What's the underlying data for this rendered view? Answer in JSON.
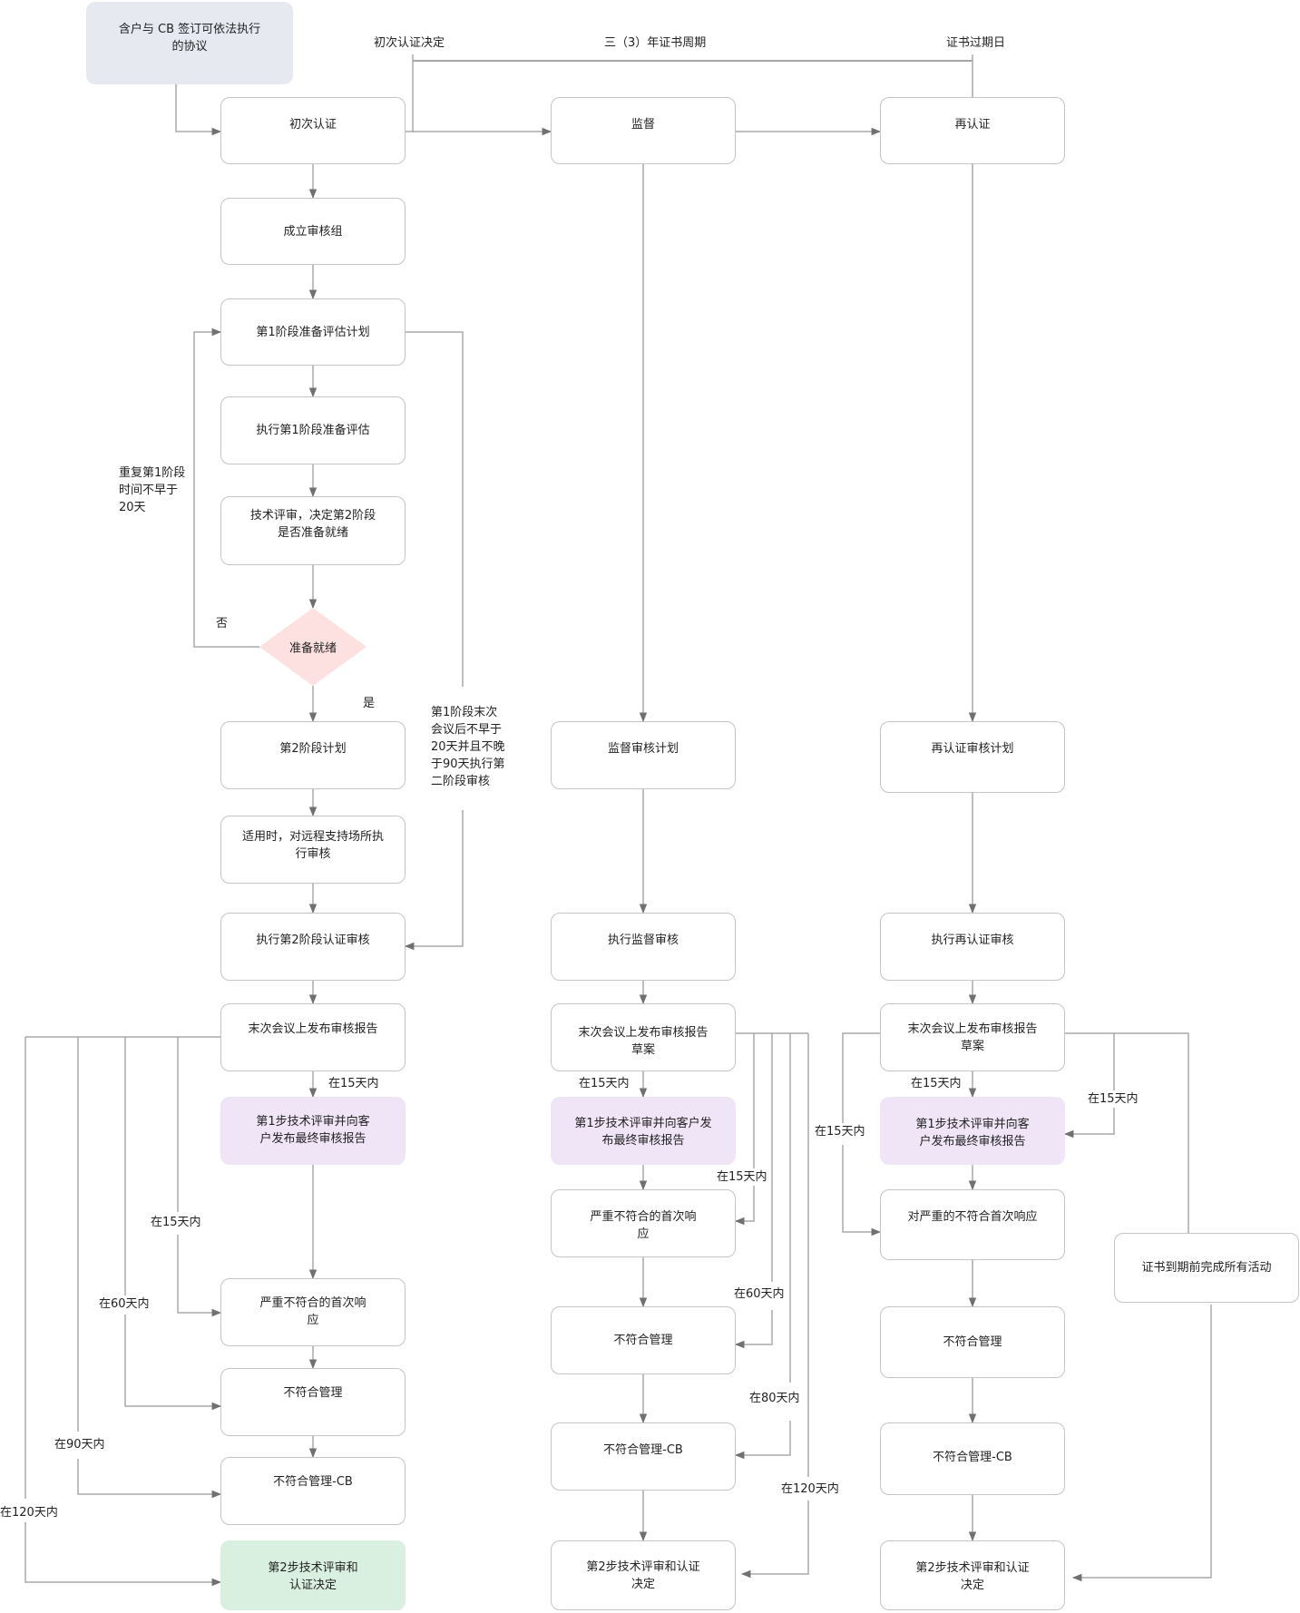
{
  "timeline": {
    "initial_decision": "初次认证决定",
    "cycle": "三（3）年证书周期",
    "expiry": "证书过期日"
  },
  "agreement": "含户与 CB 签订可依法执行\n的协议",
  "columns": {
    "initial": {
      "title": "初次认证",
      "form_team": "成立审核组",
      "stage1_plan": "第1阶段准备评估计划",
      "stage1_exec": "执行第1阶段准备评估",
      "tech_review": "技术评审，决定第2阶段\n是否准备就绪",
      "decision": "准备就绪",
      "stage2_plan": "第2阶段计划",
      "remote": "适用时，对远程支持场所执\n行审核",
      "stage2_exec": "执行第2阶段认证审核",
      "closing": "末次会议上发布审核报告",
      "step1": "第1步技术评审并向客\n户发布最终审核报告",
      "major_nc": "严重不符合的首次响\n应",
      "nc_mgmt": "不符合管理",
      "nc_cb": "不符合管理-CB",
      "step2": "第2步技术评审和\n认证决定"
    },
    "surveillance": {
      "title": "监督",
      "plan": "监督审核计划",
      "exec": "执行监督审核",
      "closing": "末次会议上发布审核报告\n草案",
      "step1": "第1步技术评审并向客户发\n布最终审核报告",
      "major_nc": "严重不符合的首次响\n应",
      "nc_mgmt": "不符合管理",
      "nc_cb": "不符合管理-CB",
      "step2": "第2步技术评审和认证\n决定"
    },
    "recert": {
      "title": "再认证",
      "plan": "再认证审核计划",
      "exec": "执行再认证审核",
      "closing": "末次会议上发布审核报告\n草案",
      "step1": "第1步技术评审并向客\n户发布最终审核报告",
      "major_nc": "对严重的不符合首次响应",
      "nc_mgmt": "不符合管理",
      "nc_cb": "不符合管理-CB",
      "step2": "第2步技术评审和认证\n决定",
      "before_expiry": "证书到期前完成所有活动"
    }
  },
  "labels": {
    "no": "否",
    "yes": "是",
    "repeat_stage1": "重复第1阶段\n时间不早于\n20天",
    "stage2_window": "第1阶段末次\n会议后不早于\n20天并且不晚\n于90天执行第\n二阶段审核",
    "within_15": "在15天内",
    "within_60": "在60天内",
    "within_80": "在80天内",
    "within_90": "在90天内",
    "within_120": "在120天内"
  },
  "colors": {
    "agreement_fill": "#e6e9f0",
    "decision_fill": "#fde0e0",
    "step1_fill": "#efe5f6",
    "step2_fill": "#d9efdf",
    "border": "#c4c4c4",
    "connector": "#a8a8a8",
    "arrowhead": "#707070"
  }
}
